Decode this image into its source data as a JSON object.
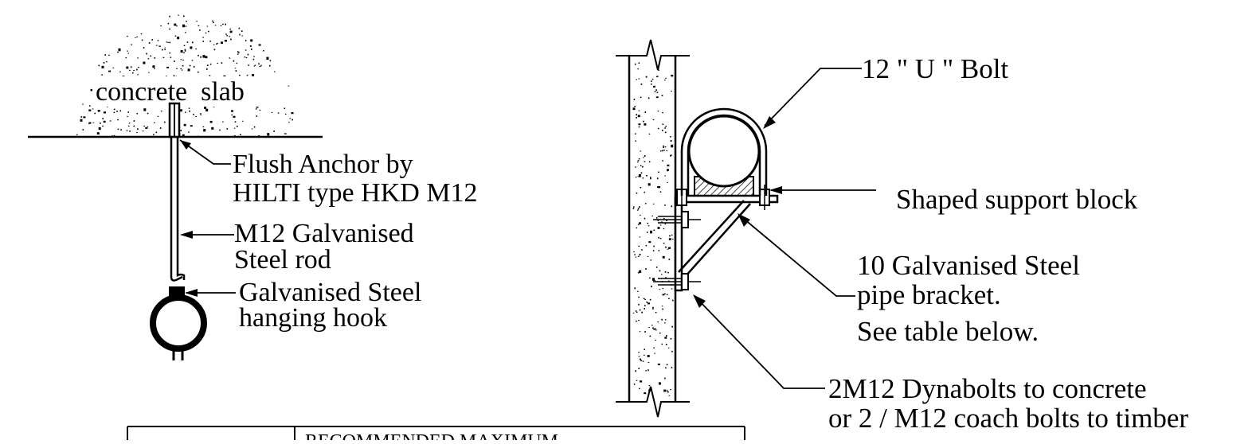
{
  "left_detail": {
    "slab_label": "concrete  slab",
    "anchor_label": [
      "Flush Anchor by",
      "HILTI type HKD M12"
    ],
    "rod_label": [
      "M12 Galvanised",
      "Steel rod"
    ],
    "hook_label": [
      "Galvanised Steel",
      "hanging hook"
    ]
  },
  "right_detail": {
    "ubolt_label": "12 \" U \" Bolt",
    "block_label": "Shaped support block",
    "bracket_label": [
      "10 Galvanised Steel",
      "pipe bracket.",
      "See table below."
    ],
    "bolts_label": [
      "2M12 Dynabolts to concrete",
      "or 2 / M12 coach bolts to timber"
    ]
  },
  "table": {
    "header_visible": "RECOMMENDED MAXIMUM"
  }
}
